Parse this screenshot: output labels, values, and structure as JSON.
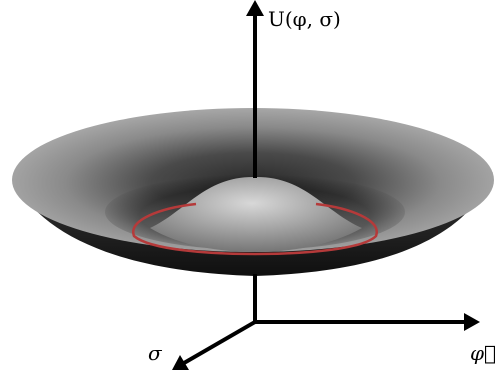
{
  "figure": {
    "axis_labels": {
      "potential": "U(φ, σ)",
      "sigma": "σ",
      "phi": "φ⃗"
    },
    "colors": {
      "surface_light": "#b8b8b8",
      "surface_mid": "#7d7d7d",
      "surface_dark": "#1f1f1f",
      "vacuum_ring": "#b53a3a",
      "axes": "#000000"
    }
  }
}
